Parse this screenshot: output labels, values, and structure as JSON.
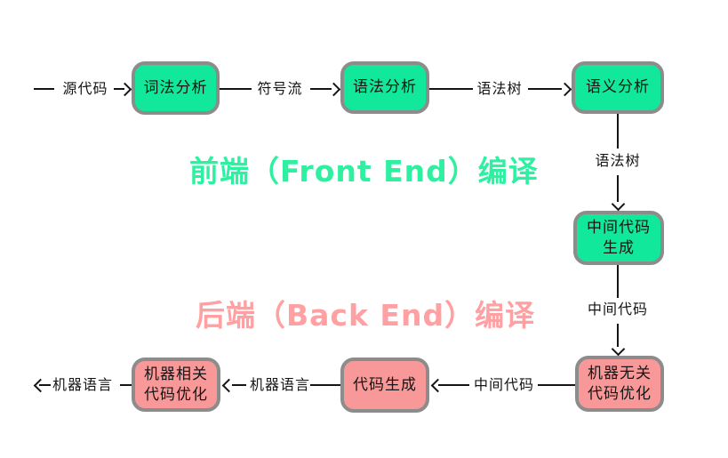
{
  "diagram": {
    "titles": {
      "front_end": {
        "text": "前端（Front End）编译"
      },
      "back_end": {
        "text": "后端（Back End）编译"
      }
    },
    "colors": {
      "green_fill": "#12e89c",
      "pink_fill": "#f99898",
      "box_border": "#8c8c8c",
      "line": "#151515",
      "front_title": "#2df1a1",
      "back_title": "#ffa0a3"
    },
    "nodes": [
      {
        "id": "lexical-analysis",
        "label": "词法分析",
        "stage": "front"
      },
      {
        "id": "syntax-analysis",
        "label": "语法分析",
        "stage": "front"
      },
      {
        "id": "semantic-analysis",
        "label": "语义分析",
        "stage": "front"
      },
      {
        "id": "intermediate-code-gen",
        "label": "中间代码\n生成",
        "stage": "front"
      },
      {
        "id": "machine-independent-opt",
        "label": "机器无关\n代码优化",
        "stage": "back"
      },
      {
        "id": "code-generation",
        "label": "代码生成",
        "stage": "back"
      },
      {
        "id": "machine-dependent-opt",
        "label": "机器相关\n代码优化",
        "stage": "back"
      }
    ],
    "edge_labels": {
      "source_code": "源代码",
      "token_stream": "符号流",
      "syntax_tree_top": "语法树",
      "syntax_tree_vertical": "语法树",
      "intermediate_code_vertical": "中间代码",
      "intermediate_code_bottom": "中间代码",
      "machine_language_mid": "机器语言",
      "machine_language_out": "机器语言"
    }
  }
}
